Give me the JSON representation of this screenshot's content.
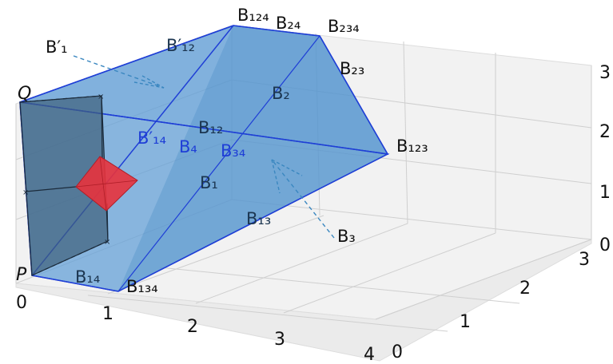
{
  "figure": {
    "axes": {
      "x_ticks": [
        "0",
        "1",
        "2",
        "3",
        "4"
      ],
      "y_ticks": [
        "0",
        "1",
        "2",
        "3"
      ],
      "z_ticks": [
        "0",
        "1",
        "2",
        "3"
      ]
    },
    "vertices": {
      "P": "P",
      "Q": "Q",
      "B124": "B₁₂₄",
      "B234": "B₂₃₄",
      "B123": "B₁₂₃",
      "B134": "B₁₃₄"
    },
    "edges": {
      "B24": "B₂₄",
      "B23": "B₂₃",
      "B12": "B₁₂",
      "B13": "B₁₃",
      "B14": "B₁₄",
      "B34": "B₃₄",
      "B12p": "B′₁₂",
      "B14p": "B′₁₄"
    },
    "faces": {
      "B1": "B₁",
      "B2": "B₂",
      "B3": "B₃",
      "B4": "B₄",
      "B1p": "B′₁"
    },
    "colors": {
      "prism_fill": "#5b9bd5",
      "prism_edge": "#1f3fd6",
      "side_face": "#4b6a85",
      "cube": "#e8323c",
      "arrow": "#3a87c0"
    }
  }
}
